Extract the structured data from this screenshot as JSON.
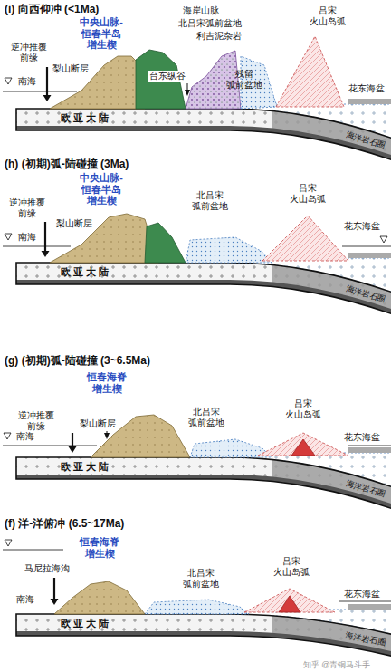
{
  "diagram": {
    "labels": [
      "(i) 向西仰冲 (<1Ma)",
      "中央山脉- 恒春半岛 增生楔",
      "海岸山脉",
      "北吕宋弧前盆地",
      "利吉泥杂岩",
      "吕宋 火山岛弧",
      "逆冲推覆 前缘",
      "梨山断层",
      "台东纵谷",
      "残留 弧前盆地",
      "南海",
      "欧亚大陆",
      "花东海盆",
      "海洋岩石圈",
      "(h) (初期)弧-陆碰撞 (3Ma)",
      "中央山脉- 恒春半岛 增生楔",
      "逆冲推覆 前缘",
      "梨山断层",
      "北吕宋 弧前盆地",
      "吕宋 火山岛弧",
      "花东海盆",
      "南海",
      "欧亚大陆",
      "海洋岩石圈",
      "(g) (初期)弧-陆碰撞 (3~6.5Ma)",
      "恒春海脊 增生楔",
      "逆冲推覆 前缘",
      "梨山断层",
      "北吕宋 弧前盆地",
      "吕宋 火山岛弧",
      "花东海盆",
      "南海",
      "欧亚大陆",
      "海洋岩石圈",
      "(f) 洋-洋俯冲 (6.5~17Ma)",
      "恒春海脊 增生楔",
      "马尼拉海沟",
      "北吕宋 弧前盆地",
      "吕宋 火山岛弧",
      "花东海盆",
      "南海",
      "欧亚大陆",
      "海洋岩石圈",
      "知乎 @青铜马斗手"
    ]
  }
}
